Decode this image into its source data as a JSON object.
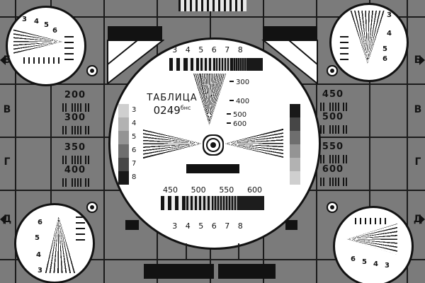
{
  "card": {
    "title": "ТАБЛИЦА",
    "code": "0249",
    "code_suffix": "бнс"
  },
  "side_labels": {
    "rows": [
      "Б",
      "В",
      "Г",
      "Д"
    ]
  },
  "center_circle": {
    "top_burst_labels": "3 4 5 6 7 8",
    "bottom_burst_labels": "3 4 5 6 7 8",
    "wedge_freq_labels": [
      "300",
      "400",
      "500",
      "600"
    ],
    "lower_freq_labels": [
      "450",
      "500",
      "550",
      "600"
    ],
    "gray_scale_labels": [
      "3",
      "4",
      "5",
      "6",
      "7",
      "8"
    ]
  },
  "left_panel": {
    "freq_labels": [
      "200",
      "300",
      "350",
      "400"
    ]
  },
  "right_panel": {
    "freq_labels": [
      "450",
      "500",
      "550",
      "600"
    ]
  },
  "corner_circles": {
    "top_left_labels": [
      "3",
      "4",
      "5",
      "6"
    ],
    "top_right_labels": [
      "3",
      "4",
      "5",
      "6"
    ],
    "bottom_left_labels": [
      "6",
      "5",
      "4",
      "3"
    ],
    "bottom_right_labels": [
      "6",
      "5",
      "4",
      "3"
    ]
  },
  "colors": {
    "background": "#7b7b7b",
    "ink": "#141414",
    "paper": "#ffffff"
  }
}
